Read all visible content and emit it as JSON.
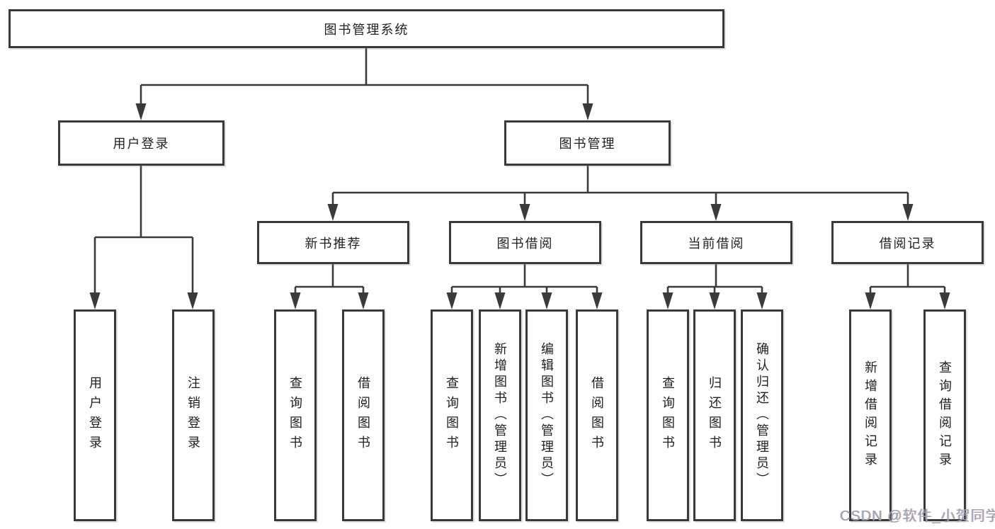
{
  "tree": {
    "root": {
      "label": "图书管理系统",
      "children": [
        {
          "label": "用户登录",
          "children": [
            {
              "label": "用户登录"
            },
            {
              "label": "注销登录"
            }
          ]
        },
        {
          "label": "图书管理",
          "children": [
            {
              "label": "新书推荐",
              "children": [
                {
                  "label": "查询图书"
                },
                {
                  "label": "借阅图书"
                }
              ]
            },
            {
              "label": "图书借阅",
              "children": [
                {
                  "label": "查询图书"
                },
                {
                  "label": "新增图书（管理员）"
                },
                {
                  "label": "编辑图书（管理员）"
                },
                {
                  "label": "借阅图书"
                }
              ]
            },
            {
              "label": "当前借阅",
              "children": [
                {
                  "label": "查询图书"
                },
                {
                  "label": "归还图书"
                },
                {
                  "label": "确认归还（管理员）"
                }
              ]
            },
            {
              "label": "借阅记录",
              "children": [
                {
                  "label": "新增借阅记录"
                },
                {
                  "label": "查询借阅记录"
                }
              ]
            }
          ]
        }
      ]
    }
  },
  "watermark": {
    "text": "CSDN @软件_小贺同学"
  },
  "colors": {
    "line": "#3a3a3a",
    "text": "#1f1f1f",
    "watermark_text": "#9aa0a8",
    "background": "#ffffff"
  }
}
